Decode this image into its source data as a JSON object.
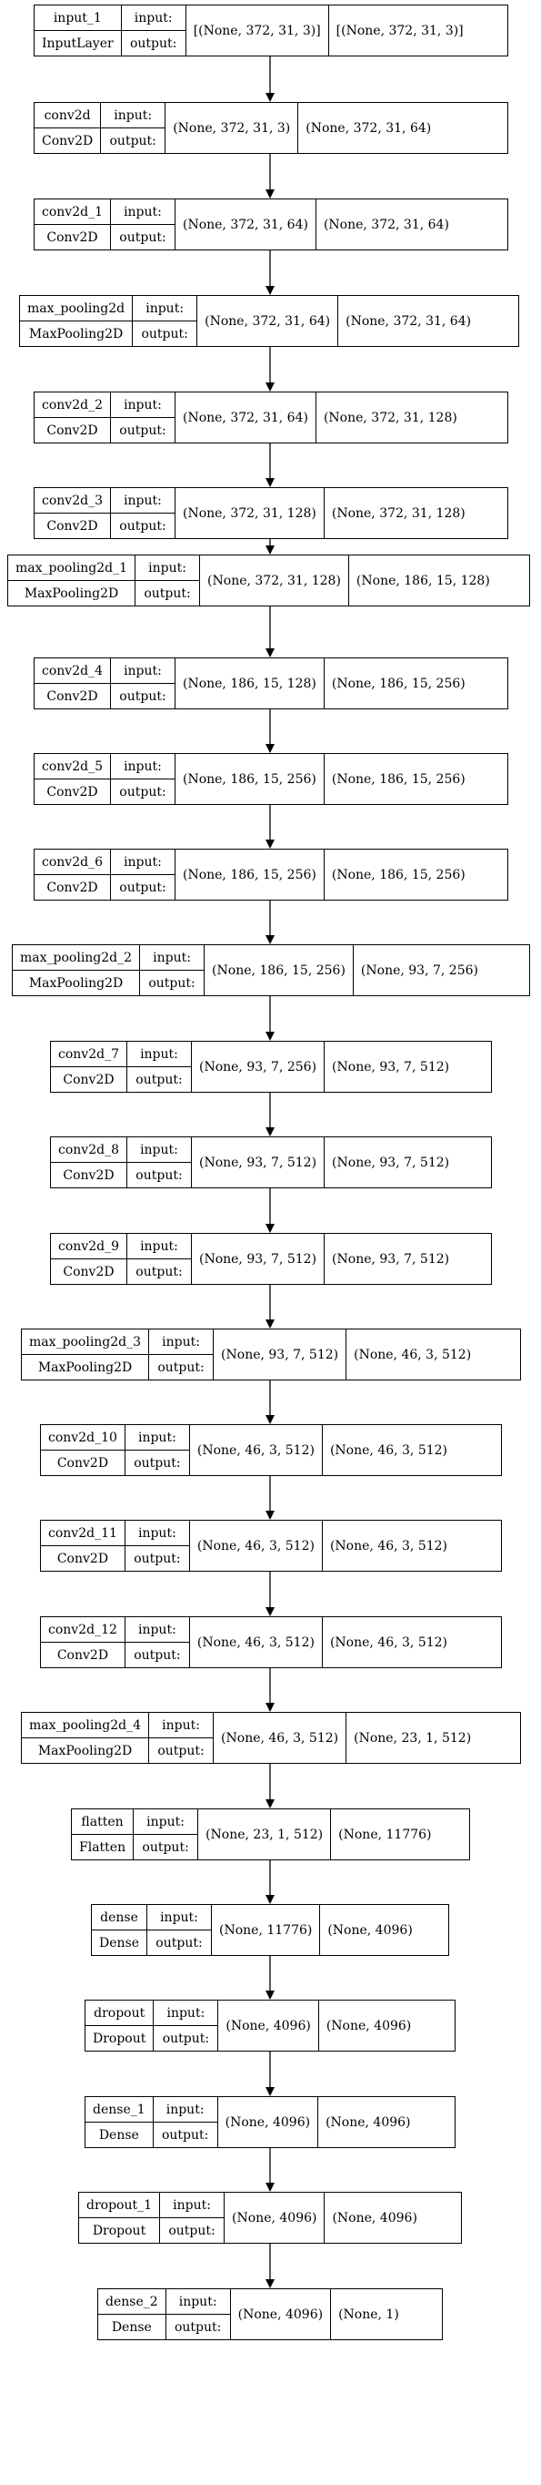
{
  "labels": {
    "input": "input:",
    "output": "output:"
  },
  "layers": [
    {
      "name": "input_1",
      "type": "InputLayer",
      "in": "[(None, 372, 31, 3)]",
      "out": "[(None, 372, 31, 3)]"
    },
    {
      "name": "conv2d",
      "type": "Conv2D",
      "in": "(None, 372, 31, 3)",
      "out": "(None, 372, 31, 64)"
    },
    {
      "name": "conv2d_1",
      "type": "Conv2D",
      "in": "(None, 372, 31, 64)",
      "out": "(None, 372, 31, 64)"
    },
    {
      "name": "max_pooling2d",
      "type": "MaxPooling2D",
      "in": "(None, 372, 31, 64)",
      "out": "(None, 372, 31, 64)"
    },
    {
      "name": "conv2d_2",
      "type": "Conv2D",
      "in": "(None, 372, 31, 64)",
      "out": "(None, 372, 31, 128)"
    },
    {
      "name": "conv2d_3",
      "type": "Conv2D",
      "in": "(None, 372, 31, 128)",
      "out": "(None, 372, 31, 128)"
    },
    {
      "name": "max_pooling2d_1",
      "type": "MaxPooling2D",
      "in": "(None, 372, 31, 128)",
      "out": "(None, 186, 15, 128)"
    },
    {
      "name": "conv2d_4",
      "type": "Conv2D",
      "in": "(None, 186, 15, 128)",
      "out": "(None, 186, 15, 256)"
    },
    {
      "name": "conv2d_5",
      "type": "Conv2D",
      "in": "(None, 186, 15, 256)",
      "out": "(None, 186, 15, 256)"
    },
    {
      "name": "conv2d_6",
      "type": "Conv2D",
      "in": "(None, 186, 15, 256)",
      "out": "(None, 186, 15, 256)"
    },
    {
      "name": "max_pooling2d_2",
      "type": "MaxPooling2D",
      "in": "(None, 186, 15, 256)",
      "out": "(None, 93, 7, 256)"
    },
    {
      "name": "conv2d_7",
      "type": "Conv2D",
      "in": "(None, 93, 7, 256)",
      "out": "(None, 93, 7, 512)"
    },
    {
      "name": "conv2d_8",
      "type": "Conv2D",
      "in": "(None, 93, 7, 512)",
      "out": "(None, 93, 7, 512)"
    },
    {
      "name": "conv2d_9",
      "type": "Conv2D",
      "in": "(None, 93, 7, 512)",
      "out": "(None, 93, 7, 512)"
    },
    {
      "name": "max_pooling2d_3",
      "type": "MaxPooling2D",
      "in": "(None, 93, 7, 512)",
      "out": "(None, 46, 3, 512)"
    },
    {
      "name": "conv2d_10",
      "type": "Conv2D",
      "in": "(None, 46, 3, 512)",
      "out": "(None, 46, 3, 512)"
    },
    {
      "name": "conv2d_11",
      "type": "Conv2D",
      "in": "(None, 46, 3, 512)",
      "out": "(None, 46, 3, 512)"
    },
    {
      "name": "conv2d_12",
      "type": "Conv2D",
      "in": "(None, 46, 3, 512)",
      "out": "(None, 46, 3, 512)"
    },
    {
      "name": "max_pooling2d_4",
      "type": "MaxPooling2D",
      "in": "(None, 46, 3, 512)",
      "out": "(None, 23, 1, 512)"
    },
    {
      "name": "flatten",
      "type": "Flatten",
      "in": "(None, 23, 1, 512)",
      "out": "(None, 11776)"
    },
    {
      "name": "dense",
      "type": "Dense",
      "in": "(None, 11776)",
      "out": "(None, 4096)"
    },
    {
      "name": "dropout",
      "type": "Dropout",
      "in": "(None, 4096)",
      "out": "(None, 4096)"
    },
    {
      "name": "dense_1",
      "type": "Dense",
      "in": "(None, 4096)",
      "out": "(None, 4096)"
    },
    {
      "name": "dropout_1",
      "type": "Dropout",
      "in": "(None, 4096)",
      "out": "(None, 4096)"
    },
    {
      "name": "dense_2",
      "type": "Dense",
      "in": "(None, 4096)",
      "out": "(None, 1)"
    }
  ]
}
